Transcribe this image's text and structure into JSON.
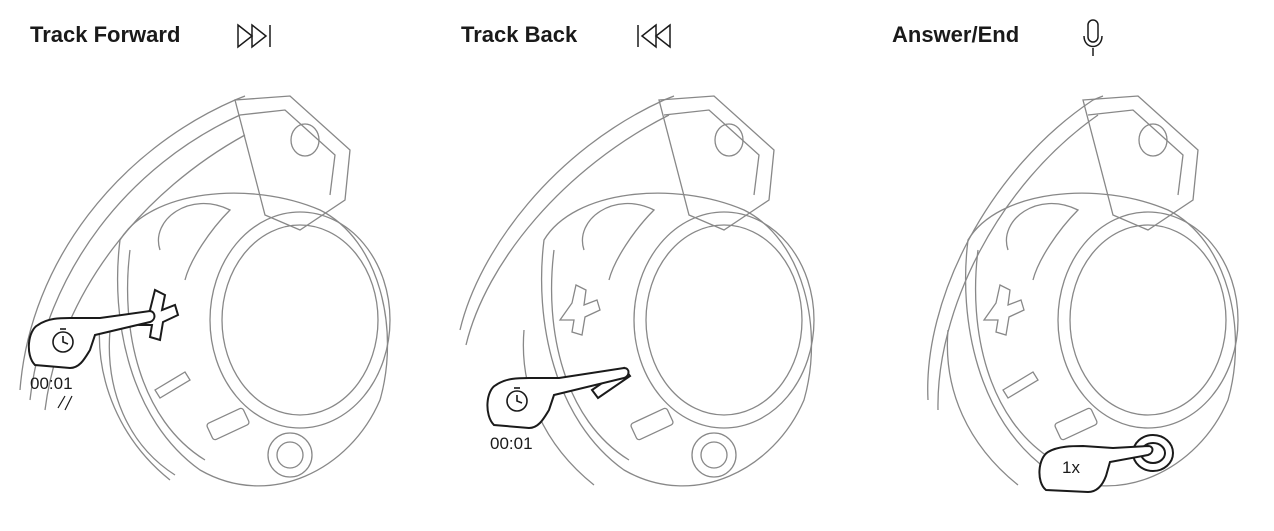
{
  "panels": [
    {
      "title": "Track Forward",
      "icon": "track-forward-icon",
      "caption": "00:01",
      "gesture": "press-and-hold",
      "button": "plus"
    },
    {
      "title": "Track Back",
      "icon": "track-back-icon",
      "caption": "00:01",
      "gesture": "press-and-hold",
      "button": "minus"
    },
    {
      "title": "Answer/End",
      "icon": "microphone-icon",
      "caption": "1x",
      "gesture": "press-once",
      "button": "center"
    }
  ],
  "colors": {
    "line": "#1a1a1a",
    "outline": "#888888",
    "background": "#ffffff"
  }
}
